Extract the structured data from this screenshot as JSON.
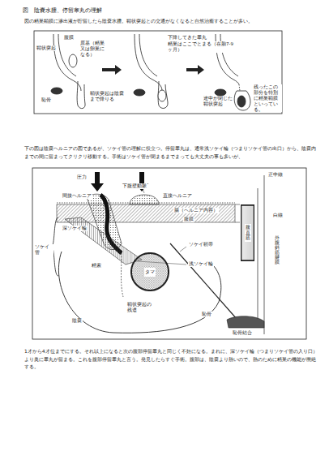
{
  "diagram": {
    "title": "図　陰嚢水腫、停留睾丸の理解",
    "nodes": [
      {
        "text": [
          "タマ"
        ]
      },
      {
        "text": [
          "腹直筋"
        ]
      }
    ],
    "labels": [
      "図の精巣鞘膜に滲出液が貯留したら陰嚢水腫。鞘状突起との交通がなくなると自然治癒することが多い。",
      "腹膜",
      "鞘状突起",
      "原基（精巣又は卵巣になる）",
      "恥骨",
      "鞘状突起は陰嚢まで降りる",
      "下降してきた睾丸",
      "精巣はここでとまる（在胎7-9ヶ月）",
      "途中が閉じた鞘状突起",
      "残ったこの部分を特別に精巣鞘膜といっている。",
      "下の図は陰嚢ヘルニアの図であるが、ソケイ管の理解に役立つ。停留睾丸は、通常浅ソケイ輪（つまりソケイ管の出口）から、陰嚢内までの間に留まってクリクリ移動する。手術はソケイ管が閉まるまでまっても大丈夫の事も多いが、",
      "圧力",
      "下腹壁動脈",
      "間接ヘルニア",
      "直接ヘルニア",
      "正中線",
      "腸（ヘルニア内容）",
      "腹膜",
      "深ソケイ輪",
      "ソケイ管",
      "精索",
      "ソケイ靭帯",
      "浅ソケイ輪",
      "陰嚢",
      "鞘状突起の残遺",
      "白線",
      "外腹斜筋腱膜",
      "恥骨",
      "恥骨結合",
      "1才から4才位までにする。それ以上になると次の腹部停留睾丸と同じく不妊になる。まれに、深ソケイ輪（つまりソケイ管の入り口）より奥に睾丸が留まる。これを腹部停留睾丸と言う。発見したらすぐ手術。腹部は、陰嚢より熱いので、熱のために精巣の機能が廃絶する。"
    ]
  }
}
